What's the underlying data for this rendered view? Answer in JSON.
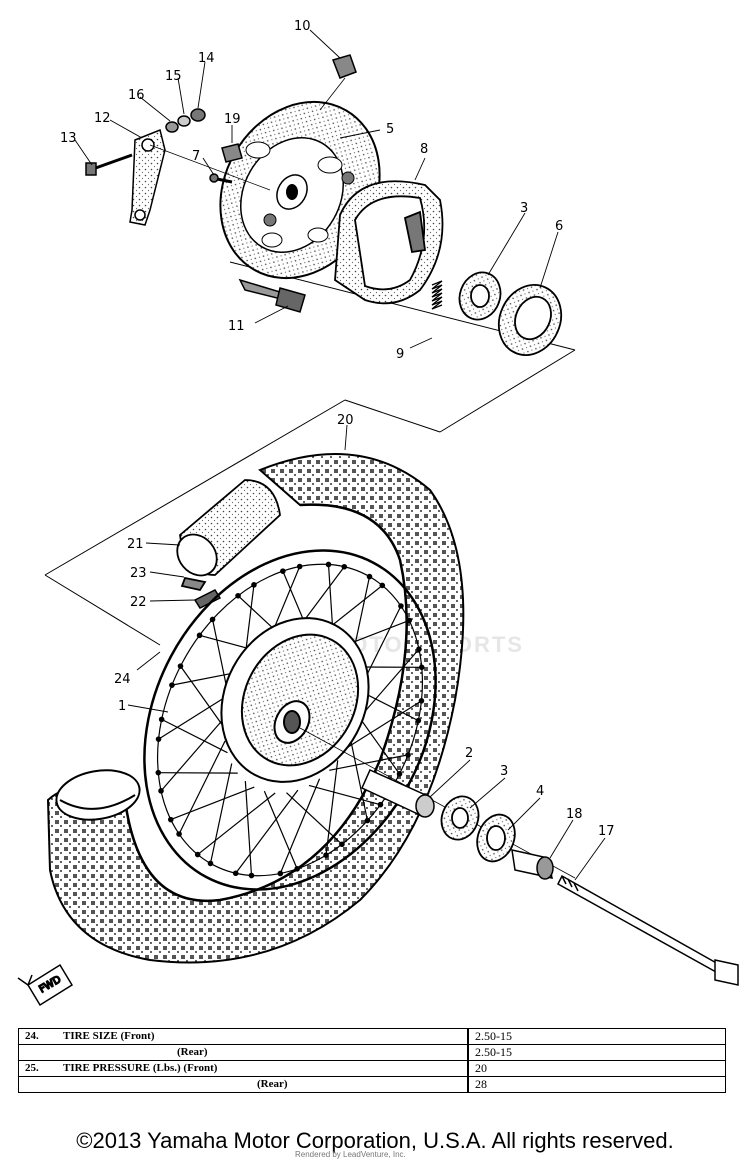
{
  "diagram": {
    "callouts": [
      {
        "id": "10",
        "text": "10"
      },
      {
        "id": "14",
        "text": "14"
      },
      {
        "id": "15",
        "text": "15"
      },
      {
        "id": "16",
        "text": "16"
      },
      {
        "id": "12",
        "text": "12"
      },
      {
        "id": "13",
        "text": "13"
      },
      {
        "id": "19",
        "text": "19"
      },
      {
        "id": "5",
        "text": "5"
      },
      {
        "id": "7",
        "text": "7"
      },
      {
        "id": "8",
        "text": "8"
      },
      {
        "id": "3a",
        "text": "3"
      },
      {
        "id": "6",
        "text": "6"
      },
      {
        "id": "11",
        "text": "11"
      },
      {
        "id": "9",
        "text": "9"
      },
      {
        "id": "20",
        "text": "20"
      },
      {
        "id": "21",
        "text": "21"
      },
      {
        "id": "23",
        "text": "23"
      },
      {
        "id": "22",
        "text": "22"
      },
      {
        "id": "24",
        "text": "24"
      },
      {
        "id": "1",
        "text": "1"
      },
      {
        "id": "2",
        "text": "2"
      },
      {
        "id": "3b",
        "text": "3"
      },
      {
        "id": "4",
        "text": "4"
      },
      {
        "id": "18",
        "text": "18"
      },
      {
        "id": "17",
        "text": "17"
      }
    ],
    "fwd_label": "FWD"
  },
  "spec_table": {
    "rows": [
      {
        "num": "24.",
        "label": "TIRE SIZE (Front)",
        "value": "2.50-15"
      },
      {
        "num": "",
        "label": "(Rear)",
        "value": "2.50-15"
      },
      {
        "num": "25.",
        "label": "TIRE PRESSURE (Lbs.) (Front)",
        "value": "20"
      },
      {
        "num": "",
        "label": "(Rear)",
        "value": "28"
      }
    ]
  },
  "watermark": "MOTORSPORTS",
  "copyright": "©2013 Yamaha Motor Corporation, U.S.A. All rights reserved.",
  "credit": "Rendered by LeadVenture, Inc."
}
